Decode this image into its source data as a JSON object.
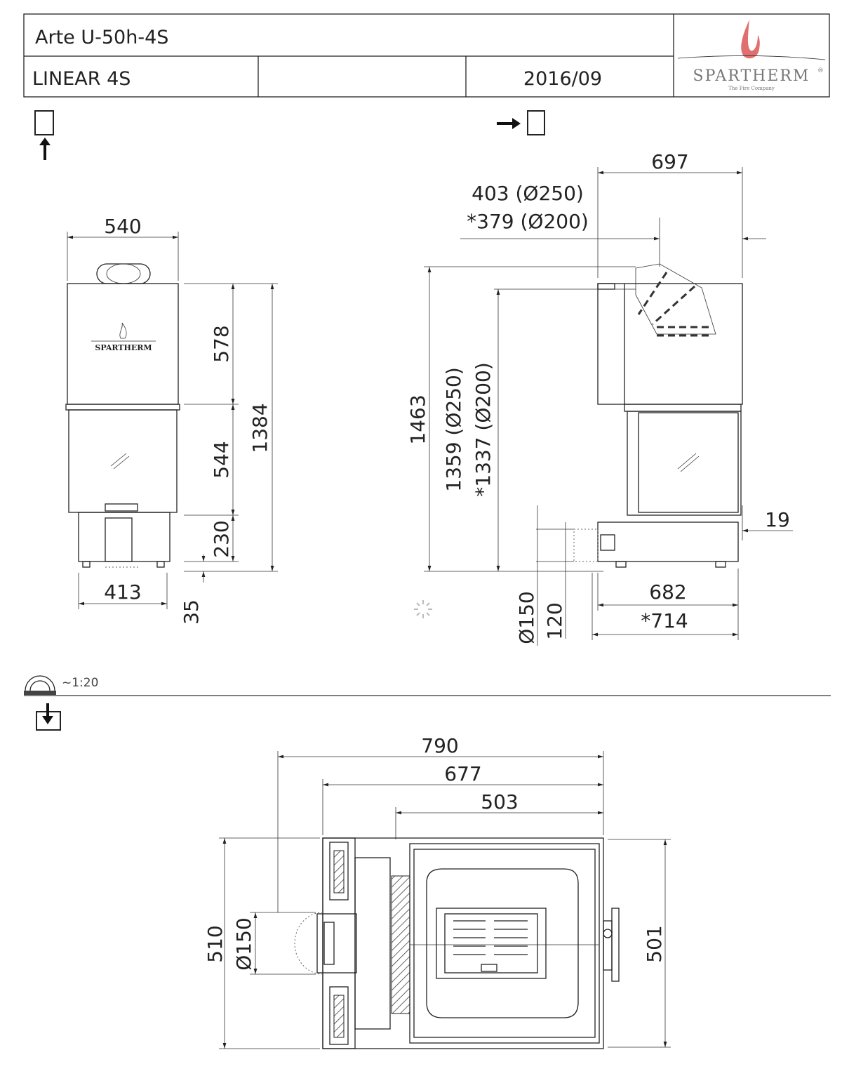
{
  "title_block": {
    "model": "Arte U-50h-4S",
    "series": "LINEAR 4S",
    "empty_cell": "",
    "date": "2016/09",
    "logo": {
      "brand": "SPARTHERM",
      "registered": "®",
      "tagline": "The Fire Company",
      "flame_color": "#e07070"
    }
  },
  "front_view": {
    "device_brand": "SPARTHERM",
    "dims": {
      "width_top": "540",
      "upper_height": "578",
      "door_height": "544",
      "total_height": "1384",
      "base_height": "230",
      "base_width": "413",
      "foot": "35"
    }
  },
  "side_view": {
    "dims": {
      "depth_top": "697",
      "flue_offset_250": "403 (Ø250)",
      "flue_offset_200": "*379 (Ø200)",
      "total_height": "1463",
      "flue_height_250": "1359 (Ø250)",
      "flue_height_200": "*1337 (Ø200)",
      "offset_19": "19",
      "depth_682": "682",
      "depth_714": "*714",
      "air_diameter": "Ø150",
      "air_height": "120"
    }
  },
  "scale": {
    "label": "~1:20"
  },
  "top_view": {
    "dims": {
      "width_790": "790",
      "width_677": "677",
      "width_503": "503",
      "depth_510": "510",
      "air_diameter": "Ø150",
      "depth_501": "501"
    }
  }
}
